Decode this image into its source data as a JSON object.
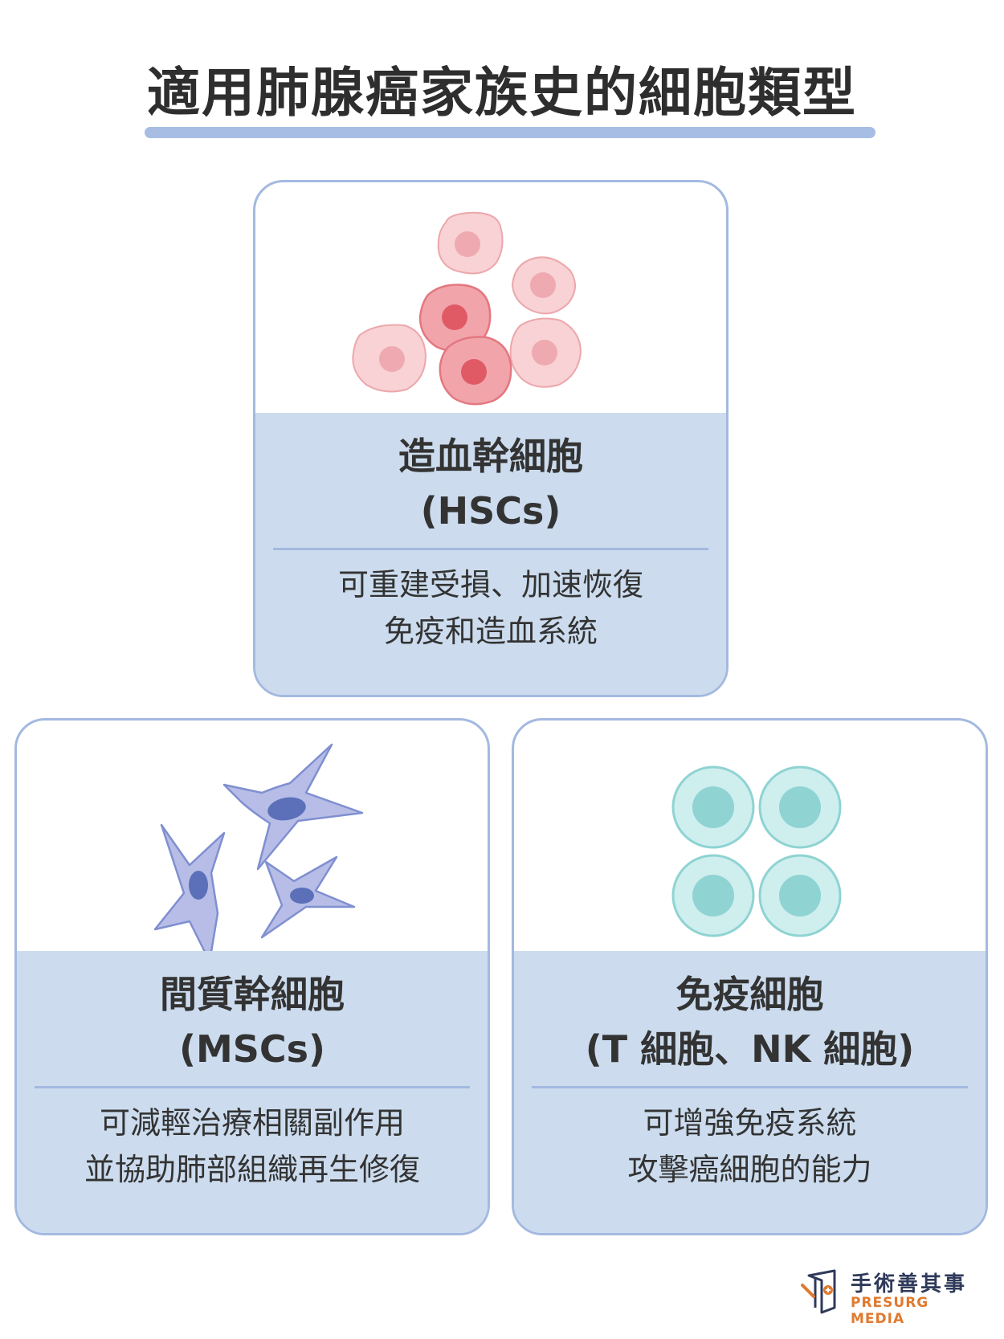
{
  "title": "適用肺腺癌家族史的細胞類型",
  "cards": [
    {
      "name": "造血幹細胞",
      "abbr": "(HSCs)",
      "desc_line1": "可重建受損、加速恢復",
      "desc_line2": "免疫和造血系統"
    },
    {
      "name": "間質幹細胞",
      "abbr": "(MSCs)",
      "desc_line1": "可減輕治療相關副作用",
      "desc_line2": "並協助肺部組織再生修復"
    },
    {
      "name": "免疫細胞",
      "abbr": "(T 細胞、NK 細胞)",
      "desc_line1": "可增強免疫系統",
      "desc_line2": "攻擊癌細胞的能力"
    }
  ],
  "logo": {
    "name": "手術善其事",
    "sub": "PRESURG MEDIA"
  },
  "colors": {
    "border": "#a3b9e0",
    "panel": "#ccdcee",
    "title_rule": "#a7bde3",
    "hsc": "#e9777f",
    "msc": "#7f8fd0",
    "immune": "#8fd3d3",
    "logo_orange": "#e07a2e"
  }
}
